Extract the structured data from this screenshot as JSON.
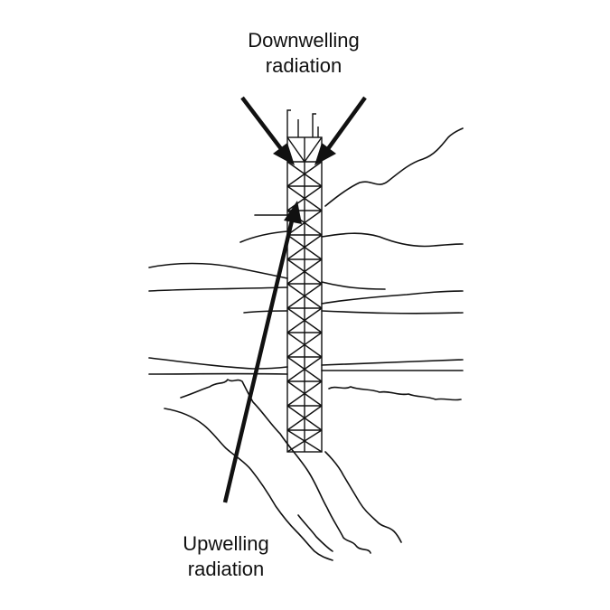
{
  "labels": {
    "downwelling_line1": "Downwelling",
    "downwelling_line2": "radiation",
    "upwelling_line1": "Upwelling",
    "upwelling_line2": "radiation"
  },
  "colors": {
    "ink": "#111111",
    "background": "#ffffff"
  }
}
